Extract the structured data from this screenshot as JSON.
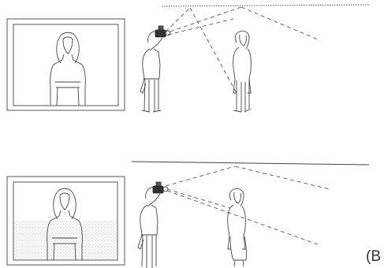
{
  "panels": [
    {
      "id": "top",
      "caption": "",
      "ceiling_style": "dotted",
      "photo_shading": "none"
    },
    {
      "id": "bottom",
      "caption": "(B",
      "ceiling_style": "solid",
      "photo_shading": "lower-stipple"
    }
  ],
  "colors": {
    "ink": "#333333",
    "stipple": "#9a9a9a",
    "background": "#ffffff"
  },
  "icons": [
    "camera-icon",
    "photographer-figure",
    "subject-figure",
    "framed-photo"
  ]
}
